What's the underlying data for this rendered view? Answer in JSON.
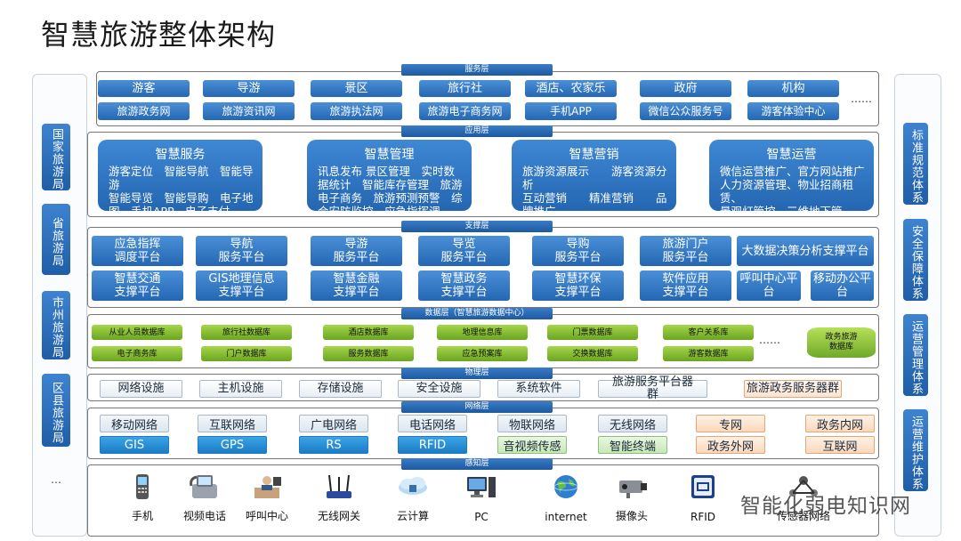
{
  "title": "智慧旅游整体架构",
  "left_column": [
    "国家旅游局",
    "省旅游局",
    "市州旅游局",
    "区县旅游局"
  ],
  "left_more": "…",
  "right_column": [
    "标准规范体系",
    "安全保障体系",
    "运营管理体系",
    "运营维护体系"
  ],
  "service_layer": {
    "label": "服务层",
    "row1": [
      "游客",
      "导游",
      "景区",
      "旅行社",
      "酒店、农家乐",
      "政府",
      "机构"
    ],
    "row2": [
      "旅游政务网",
      "旅游资讯网",
      "旅游执法网",
      "旅游电子商务网",
      "手机APP",
      "微信公众服务号",
      "游客体验中心"
    ],
    "more": "……"
  },
  "app_layer": {
    "label": "应用层",
    "blocks": [
      {
        "title": "智慧服务",
        "body": "游客定位　智能导航　智能导游\n智能导览　智能导购　电子地图　手机APP　电子支付"
      },
      {
        "title": "智慧管理",
        "body": "讯息发布 景区管理　实时数据统计　智能库存管理　旅游电子商务　旅游预测预警　综合安防监控　应急指挥调"
      },
      {
        "title": "智慧营销",
        "body": "旅游资源展示　　游客资源分析\n互动营销　　精准营销　　品牌推广"
      },
      {
        "title": "智慧运营",
        "body": "微信运营推广、官方网站推广\n人力资源管理、物业招商租赁、\n景观灯管控、三维地下管线……"
      }
    ]
  },
  "support_layer": {
    "label": "支撑层",
    "row1": [
      "应急指挥\n调度平台",
      "导航\n服务平台",
      "导游\n服务平台",
      "导览\n服务平台",
      "导购\n服务平台",
      "旅游门户\n服务平台",
      "大数据决策分析支撑平台"
    ],
    "row2": [
      "智慧交通\n支撑平台",
      "GIS地理信息\n支撑平台",
      "智慧金融\n支撑平台",
      "智慧政务\n支撑平台",
      "智慧环保\n支撑平台",
      "软件应用\n支撑平台",
      "呼叫中心平\n台",
      "移动办公平\n台"
    ]
  },
  "data_layer": {
    "label": "数据层（智慧旅游数据中心）",
    "row1": [
      "从业人员数据库",
      "旅行社数据库",
      "酒店数据库",
      "地理信息库",
      "门票数据库",
      "客户关系库"
    ],
    "row2": [
      "电子商务库",
      "门户数据库",
      "服务数据库",
      "应急预案库",
      "交换数据库",
      "游客数据库"
    ],
    "more": "……",
    "cylinder": "政务旅游\n数据库"
  },
  "physical_layer": {
    "label": "物理层",
    "items": [
      "网络设施",
      "主机设施",
      "存储设施",
      "安全设施",
      "系统软件",
      "旅游服务平台器\n群",
      "旅游政务服务器群"
    ]
  },
  "network_layer": {
    "label": "网络层",
    "row1": [
      "移动网络",
      "互联网络",
      "广电网络",
      "电话网络",
      "物联网络",
      "无线网络",
      "专网",
      "政务内网"
    ],
    "row2": [
      "GIS",
      "GPS",
      "RS",
      "RFID",
      "音视频传感",
      "智能终端",
      "政务外网",
      "互联网"
    ]
  },
  "perception_layer": {
    "label": "感知层",
    "devices": [
      "手机",
      "视频电话",
      "呼叫中心",
      "无线网关",
      "云计算",
      "PC",
      "internet",
      "摄像头",
      "RFID",
      "传感器网络"
    ]
  },
  "watermark": "智能化弱电知识网",
  "colors": {
    "blue": "#2466b2",
    "green": "#7ab82e",
    "orange": "#e0a77a",
    "cyan": "#1b7cc4"
  }
}
